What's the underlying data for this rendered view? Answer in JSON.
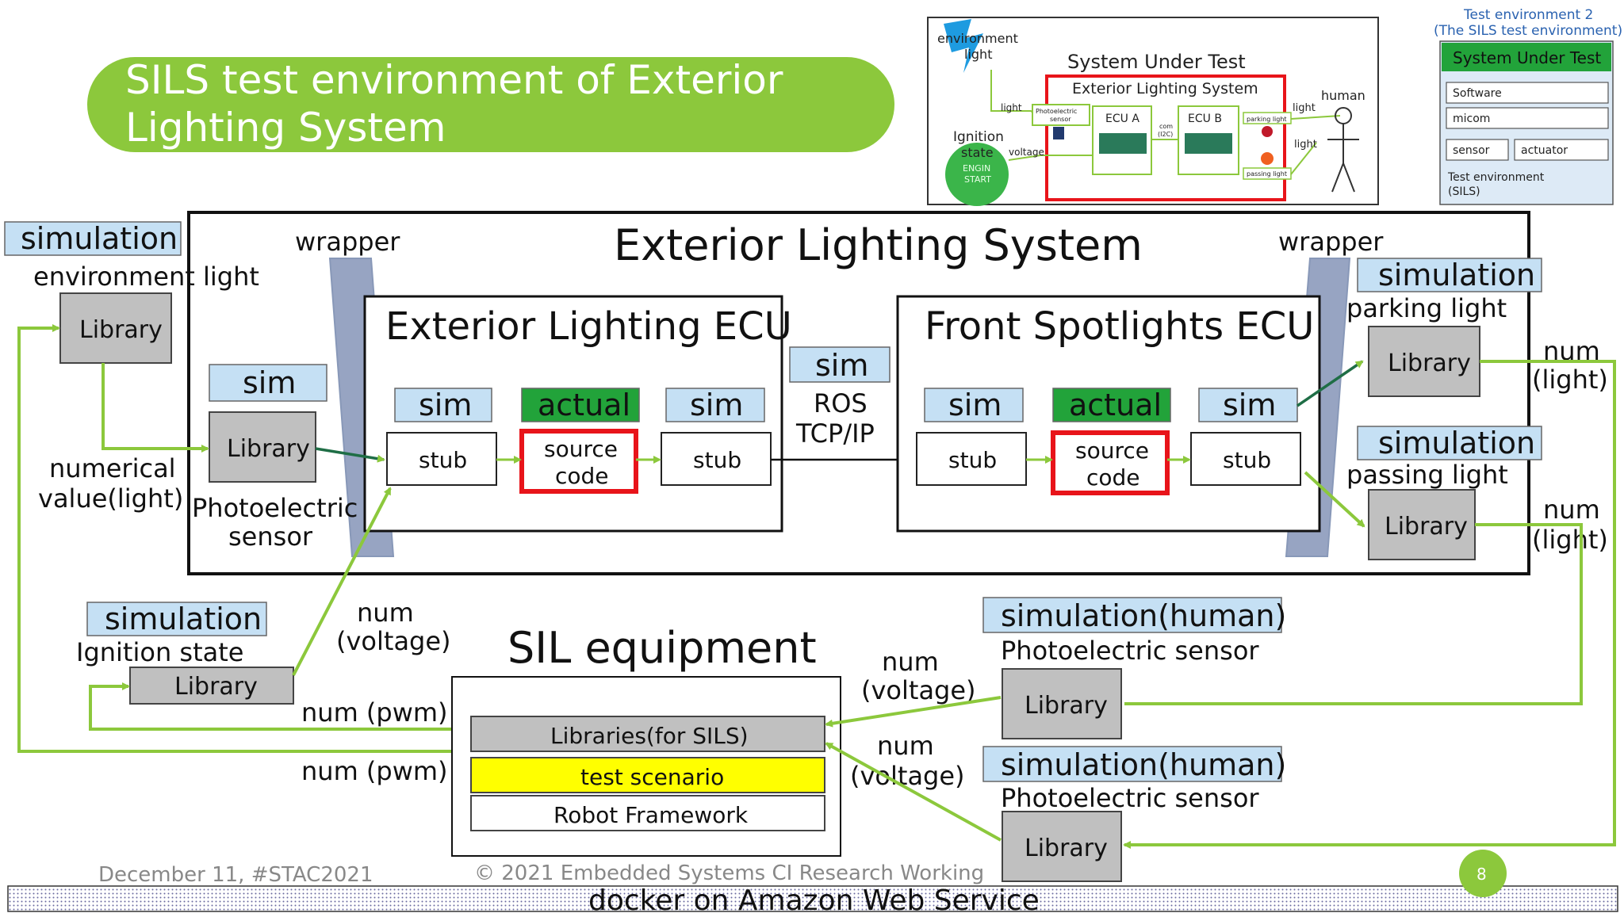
{
  "colors": {
    "green": "#8cc83c",
    "dark_green": "#22a33a",
    "blue_label_bg": "#c5e0f4",
    "library_gray": "#c0c0c0",
    "scenario_yellow": "#ffff00",
    "red_border": "#e8141a"
  },
  "title": {
    "line1": "SILS test environment of Exterior",
    "line2": "Lighting System"
  },
  "thumbnail": {
    "env_light_1": "environment",
    "env_light_2": "light",
    "system_under_test": "System Under Test",
    "exterior_lighting_system": "Exterior Lighting System",
    "light_label": "light",
    "photo_sensor_1": "Photoelectric",
    "photo_sensor_2": "sensor",
    "ecu_a": "ECU A",
    "ecu_b": "ECU B",
    "com_1": "com",
    "com_2": "(I2C)",
    "parking_light": "parking light",
    "passing_light": "passing light",
    "human": "human",
    "light_right_1": "light",
    "light_right_2": "light",
    "ignition": "Ignition",
    "state": "state",
    "voltage": "voltage",
    "engine": "ENGIN",
    "start": "START"
  },
  "test_env_panel": {
    "heading_1": "Test environment 2",
    "heading_2": "(The SILS test environment)",
    "sut": "System Under Test",
    "software": "Software",
    "micom": "micom",
    "sensor": "sensor",
    "actuator": "actuator",
    "test_env_1": "Test environment",
    "test_env_2": "(SILS)"
  },
  "main": {
    "system_title": "Exterior Lighting System",
    "wrapper_left": "wrapper",
    "wrapper_right": "wrapper",
    "ecu_left_title": "Exterior Lighting ECU",
    "ecu_right_title": "Front Spotlights ECU",
    "sim": "sim",
    "actual": "actual",
    "stub": "stub",
    "source": "source",
    "code": "code",
    "ros": "ROS",
    "tcpip": "TCP/IP",
    "library": "Library",
    "photoelectric": "Photoelectric",
    "sensor": "sensor"
  },
  "left_side": {
    "simulation": "simulation",
    "environment_light": "environment light",
    "numerical": "numerical",
    "value_light": "value(light)",
    "ignition_state": "Ignition state",
    "num": "num",
    "voltage": "(voltage)",
    "num_pwm_1": "num (pwm)",
    "num_pwm_2": "num (pwm)"
  },
  "right_side": {
    "simulation": "simulation",
    "parking_light": "parking light",
    "passing_light": "passing light",
    "num": "num",
    "light": "(light)"
  },
  "sil_equipment": {
    "title": "SIL equipment",
    "libraries": "Libraries(for SILS)",
    "test_scenario": "test scenario",
    "robot_framework": "Robot Framework"
  },
  "human_side": {
    "simulation_human": "simulation(human)",
    "photoelectric_sensor": "Photoelectric sensor",
    "num": "num",
    "voltage": "(voltage)",
    "library": "Library"
  },
  "footer": {
    "date": "December 11, #STAC2021",
    "copyright": "©  2021 Embedded Systems CI Research Working",
    "docker": "docker on Amazon Web Service",
    "page_number": "8"
  }
}
